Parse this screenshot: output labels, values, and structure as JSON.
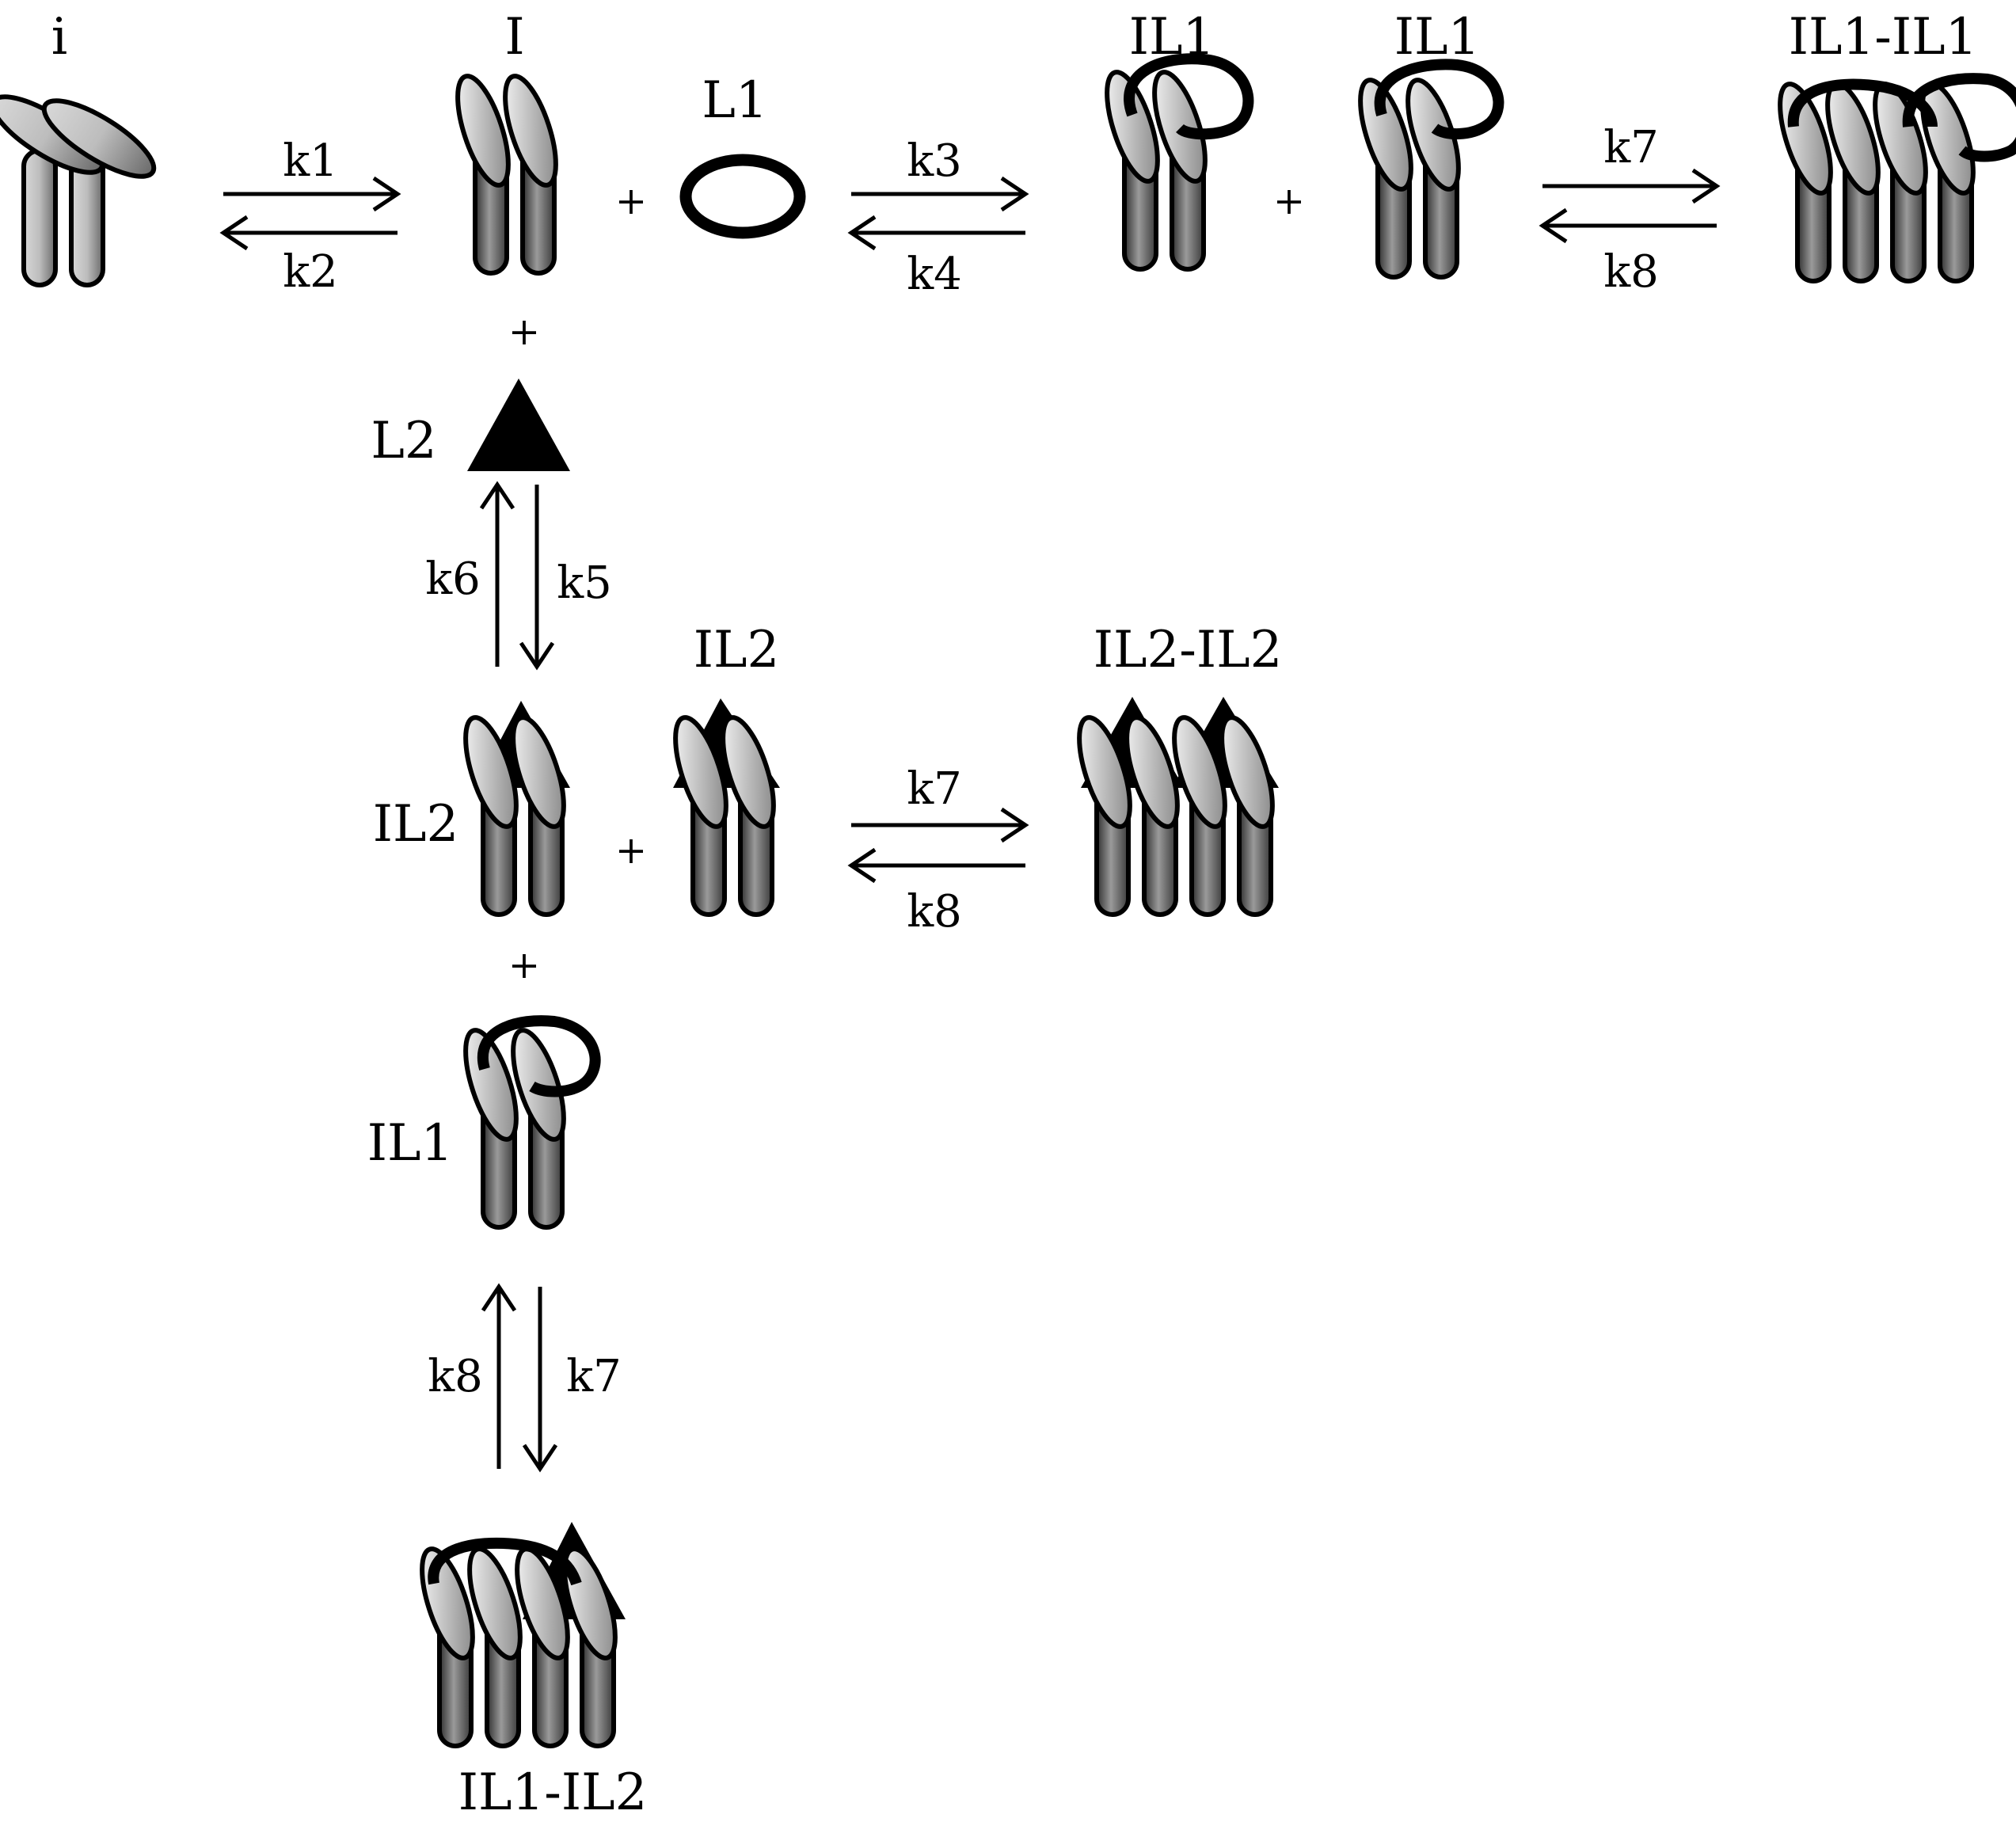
{
  "species": {
    "i": "i",
    "I": "I",
    "L1": "L1",
    "L2": "L2",
    "IL1": "IL1",
    "IL2": "IL2",
    "IL1_IL1": "IL1-IL1",
    "IL2_IL2": "IL2-IL2",
    "IL1_IL2": "IL1-IL2"
  },
  "rates": {
    "k1": "k1",
    "k2": "k2",
    "k3": "k3",
    "k4": "k4",
    "k5": "k5",
    "k6": "k6",
    "k7": "k7",
    "k8": "k8"
  },
  "plus": "+",
  "colors": {
    "ink": "#000000",
    "receptor_light": "#f2f2f2",
    "receptor_dark": "#4a4a4a"
  }
}
